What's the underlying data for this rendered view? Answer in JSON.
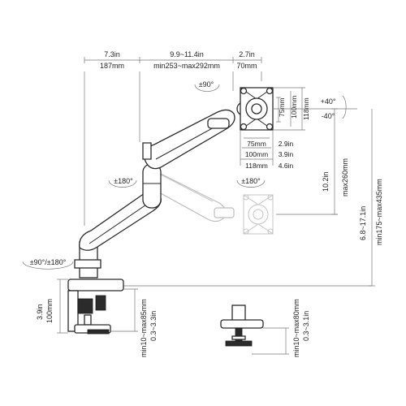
{
  "top_dims": {
    "d1_in": "7.3in",
    "d1_mm": "187mm",
    "d2_in": "9.9~11.4in",
    "d2_mm": "min253~max292mm",
    "d3_in": "2.7in",
    "d3_mm": "70mm"
  },
  "rotation": {
    "vesa_rotate": "±90°",
    "forearm_swivel": "±180°",
    "vesa_swivel": "±180°",
    "base_swivel": "±90°/±180°",
    "tilt_up": "+40°",
    "tilt_down": "-40°"
  },
  "vesa": {
    "w75": "75mm",
    "w100": "100mm",
    "w118": "118mm",
    "w75_in": "2.9in",
    "w100_in": "3.9in",
    "w118_in": "4.6in",
    "h75": "75mm",
    "h100": "100mm",
    "h118": "118mm"
  },
  "height_dims": {
    "max_in": "10.2in",
    "max_mm": "max260mm",
    "range_in": "6.8~17.1in",
    "range_mm": "min175~max435mm"
  },
  "clamp_dims": {
    "clamp_in": "3.9in",
    "clamp_mm": "100mm",
    "desk_range_mm": "min10~max85mm",
    "desk_range_in": "0.3~3.3in",
    "grommet_range_mm": "min10~max80mm",
    "grommet_range_in": "0.3~3.1in"
  }
}
